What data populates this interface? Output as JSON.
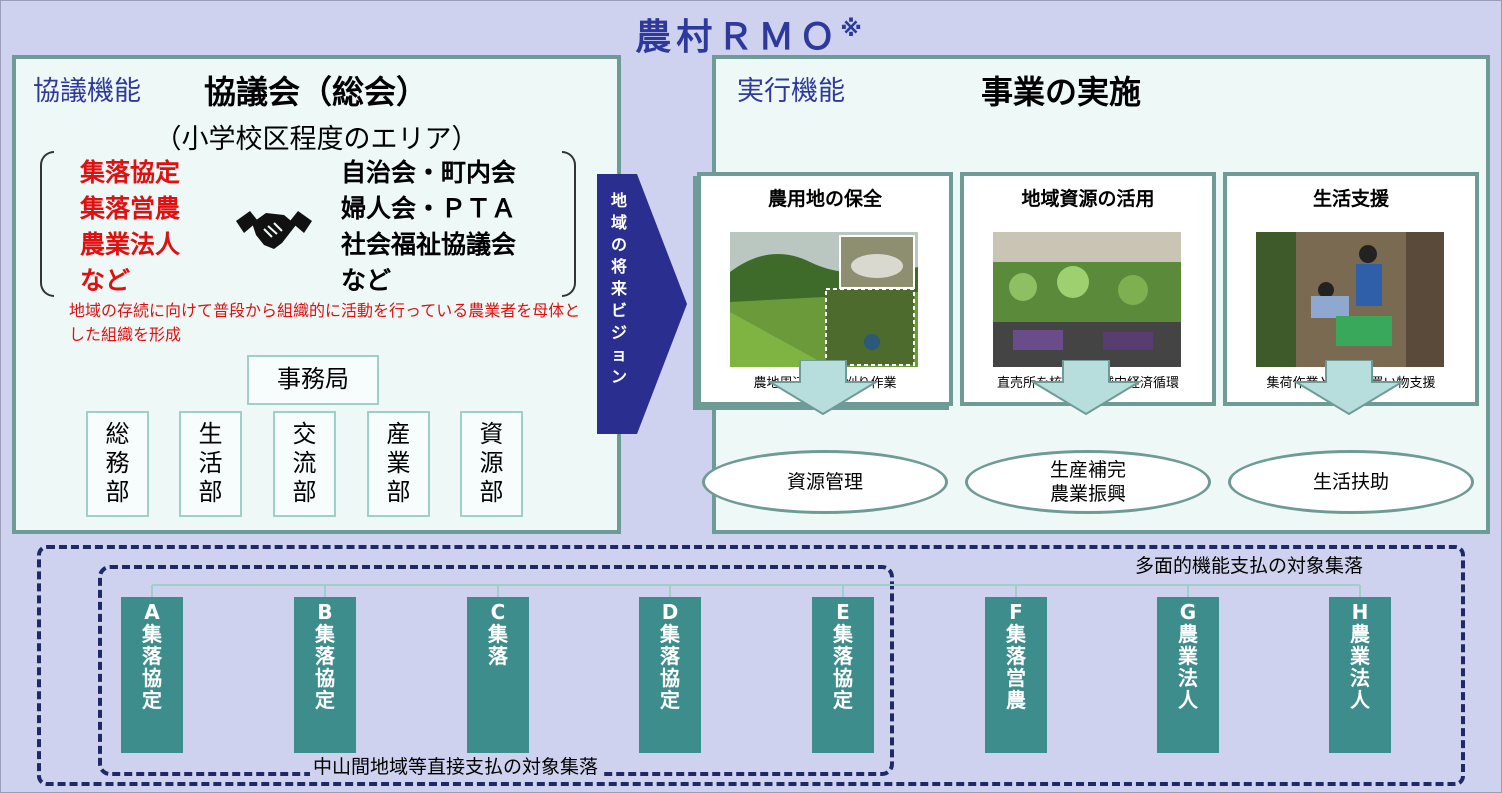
{
  "title": "農村ＲＭＯ",
  "title_mark": "※",
  "left": {
    "kind": "協議機能",
    "heading": "協議会（総会）",
    "area": "（小学校区程度のエリア）",
    "red_items": [
      "集落協定",
      "集落営農",
      "農業法人",
      "など"
    ],
    "black_items": [
      "自治会・町内会",
      "婦人会・ＰＴＡ",
      "社会福祉協議会",
      "など"
    ],
    "handshake_icon": "handshake-icon",
    "note": "地域の存続に向けて普段から組織的に活動を行っている農業者を母体とした組織を形成",
    "bureau": "事務局",
    "departments": [
      "総務部",
      "生活部",
      "交流部",
      "産業部",
      "資源部"
    ]
  },
  "arrow_text": "地域の将来ビジョン",
  "right": {
    "kind": "実行機能",
    "heading": "事業の実施",
    "boxes": [
      {
        "title": "農用地の保全",
        "caption": "農地周辺等の草刈り作業",
        "outcome": "資源管理"
      },
      {
        "title": "地域資源の活用",
        "caption": "直売所を核とした域内経済循環",
        "outcome": "生産補完\n農業振興"
      },
      {
        "title": "生活支援",
        "caption": "集荷作業と併せた買い物支援",
        "outcome": "生活扶助"
      }
    ]
  },
  "multi_label": "多面的機能支払の対象集落",
  "inner_label": "中山間地域等直接支払の対象集落",
  "groups": [
    {
      "letter": "A",
      "text": "集落協定"
    },
    {
      "letter": "B",
      "text": "集落協定"
    },
    {
      "letter": "C",
      "text": "集落"
    },
    {
      "letter": "D",
      "text": "集落協定"
    },
    {
      "letter": "E",
      "text": "集落協定"
    },
    {
      "letter": "F",
      "text": "集落営農"
    },
    {
      "letter": "G",
      "text": "農業法人"
    },
    {
      "letter": "H",
      "text": "農業法人"
    }
  ],
  "colors": {
    "accent": "#2d3a9b",
    "red": "#e01010",
    "teal": "#3d8d8d",
    "panel_border": "#6f9b96"
  }
}
